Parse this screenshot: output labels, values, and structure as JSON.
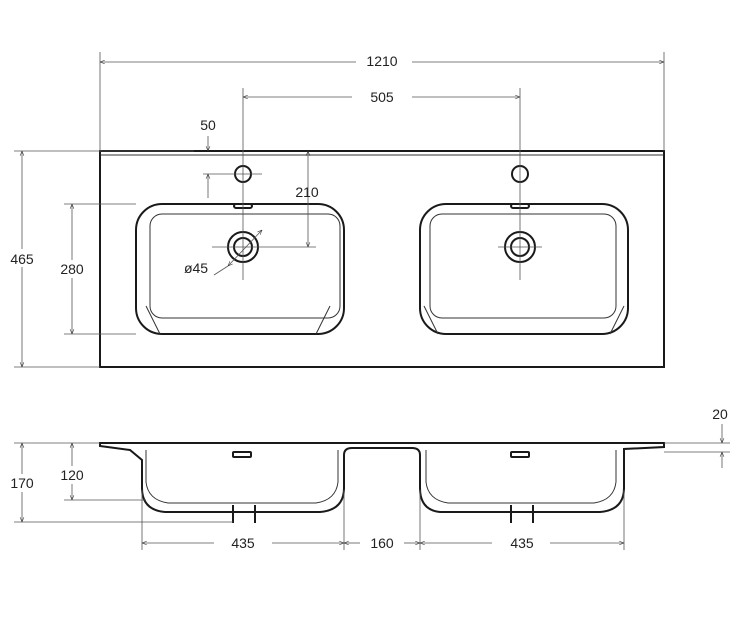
{
  "dimensions": {
    "total_width": "1210",
    "faucet_spacing": "505",
    "faucet_offset": "50",
    "drain_offset": "210",
    "total_depth": "465",
    "bowl_depth": "280",
    "drain_diameter": "ø45",
    "rim_thickness": "20",
    "total_height": "170",
    "bowl_height": "120",
    "left_bowl_width": "435",
    "bowl_gap": "160",
    "right_bowl_width": "435"
  }
}
